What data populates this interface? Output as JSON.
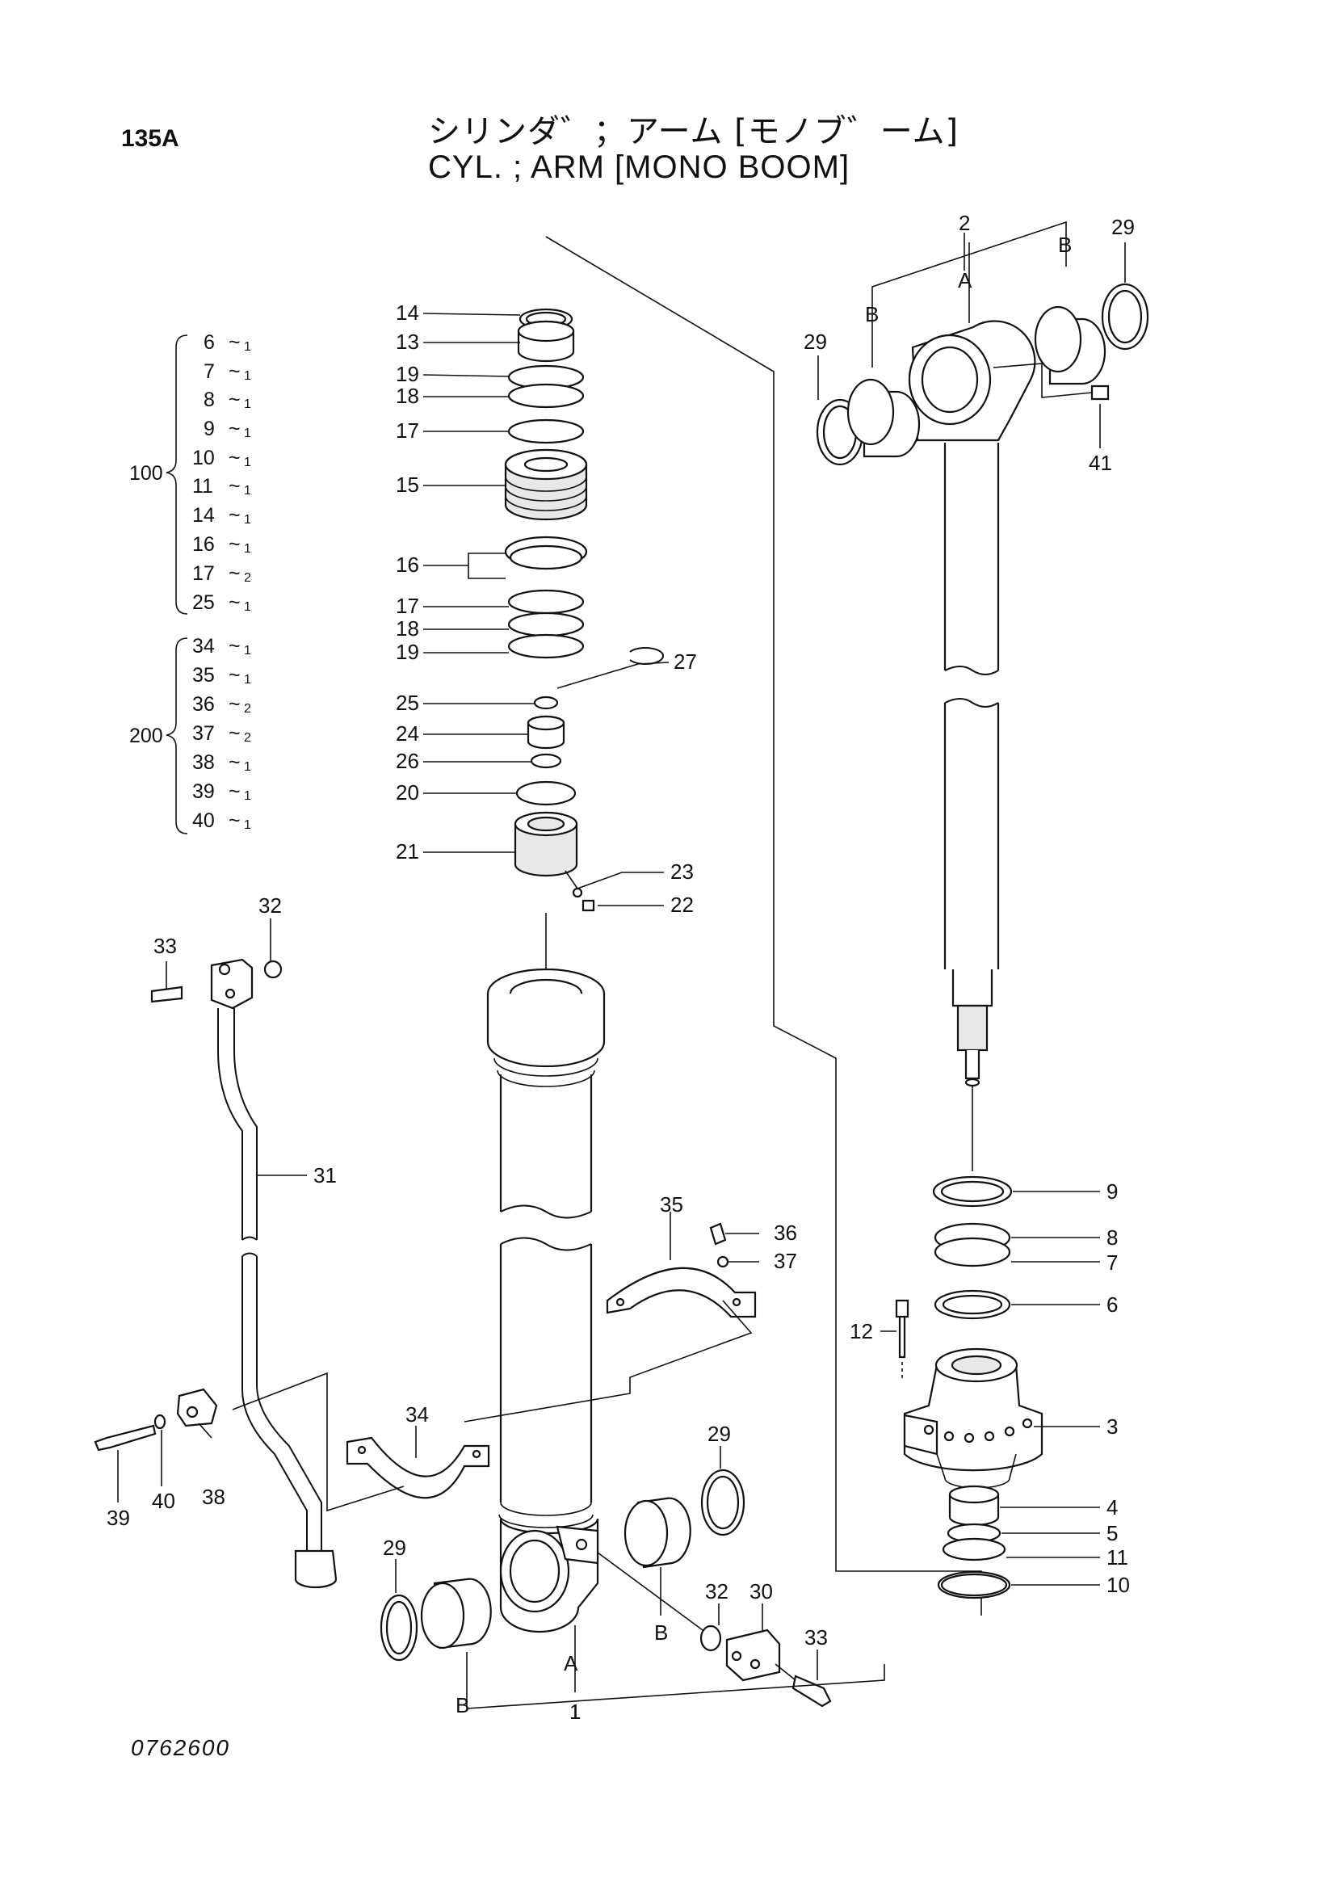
{
  "header": {
    "page_number": "135A",
    "title_jp": "シリンダ゛；アーム [モノブ゛ーム]",
    "title_en": "CYL. ; ARM [MONO BOOM]"
  },
  "drawing_number": "0762600",
  "kits": [
    {
      "kit": "100",
      "items": [
        {
          "no": "6",
          "qty": "1"
        },
        {
          "no": "7",
          "qty": "1"
        },
        {
          "no": "8",
          "qty": "1"
        },
        {
          "no": "9",
          "qty": "1"
        },
        {
          "no": "10",
          "qty": "1"
        },
        {
          "no": "11",
          "qty": "1"
        },
        {
          "no": "14",
          "qty": "1"
        },
        {
          "no": "16",
          "qty": "1"
        },
        {
          "no": "17",
          "qty": "2"
        },
        {
          "no": "25",
          "qty": "1"
        }
      ]
    },
    {
      "kit": "200",
      "items": [
        {
          "no": "34",
          "qty": "1"
        },
        {
          "no": "35",
          "qty": "1"
        },
        {
          "no": "36",
          "qty": "2"
        },
        {
          "no": "37",
          "qty": "2"
        },
        {
          "no": "38",
          "qty": "1"
        },
        {
          "no": "39",
          "qty": "1"
        },
        {
          "no": "40",
          "qty": "1"
        }
      ]
    }
  ],
  "callouts": {
    "c14": "14",
    "c13": "13",
    "c19a": "19",
    "c18a": "18",
    "c17a": "17",
    "c15": "15",
    "c16": "16",
    "c17b": "17",
    "c18b": "18",
    "c19b": "19",
    "c27": "27",
    "c25": "25",
    "c24": "24",
    "c26": "26",
    "c20": "20",
    "c21": "21",
    "c23": "23",
    "c22": "22",
    "c2": "2",
    "c29a": "29",
    "c29b": "29",
    "c41": "41",
    "cA1": "A",
    "cB1": "B",
    "cB2": "B",
    "c32a": "32",
    "c33a": "33",
    "c31": "31",
    "c35": "35",
    "c36": "36",
    "c37": "37",
    "c34": "34",
    "c38": "38",
    "c39": "39",
    "c40": "40",
    "c9": "9",
    "c8": "8",
    "c7": "7",
    "c6": "6",
    "c12": "12",
    "c3": "3",
    "c4": "4",
    "c5": "5",
    "c11": "11",
    "c10": "10",
    "c29c": "29",
    "c29d": "29",
    "c32b": "32",
    "c30": "30",
    "c33b": "33",
    "cA2": "A",
    "cB3": "B",
    "cB4": "B",
    "c1": "1"
  }
}
